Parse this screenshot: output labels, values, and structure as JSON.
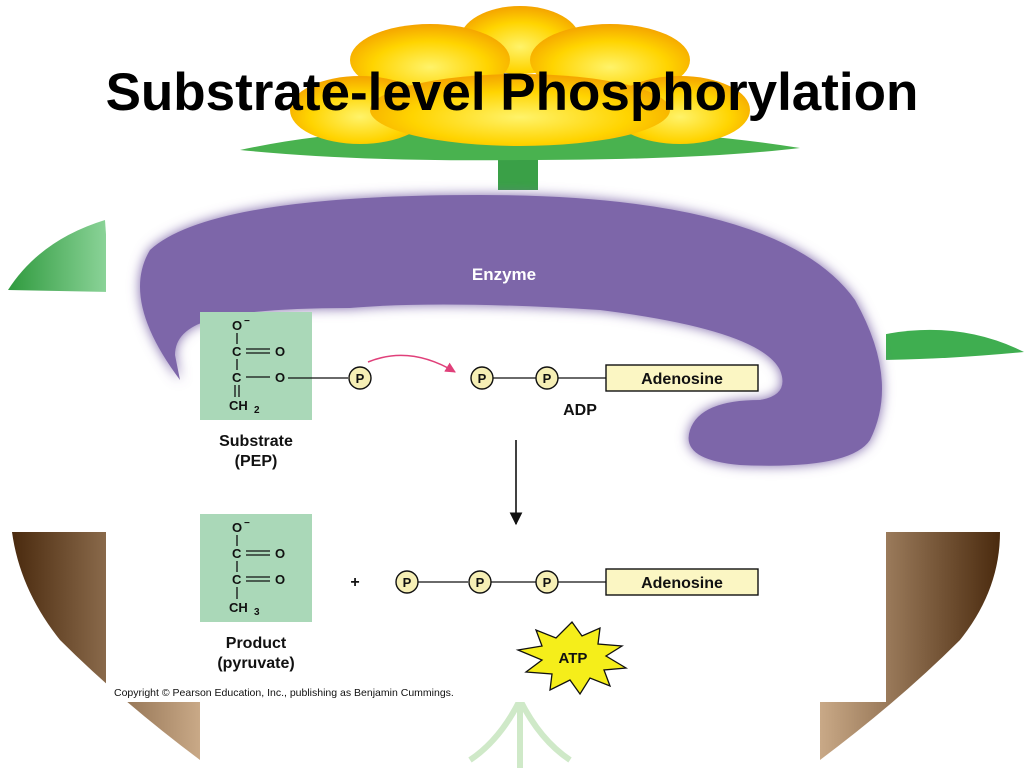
{
  "slide": {
    "title": "Substrate-level Phosphorylation"
  },
  "figure": {
    "enzyme_label": "Enzyme",
    "phosphate_label": "P",
    "adenosine_label": "Adenosine",
    "adp_label": "ADP",
    "atp_label": "ATP",
    "plus_sign": "+",
    "substrate": {
      "atoms": [
        "O",
        "−",
        "C",
        "O",
        "C",
        "O",
        "CH",
        "2"
      ],
      "caption_line1": "Substrate",
      "caption_line2": "(PEP)"
    },
    "product": {
      "atoms": [
        "O",
        "−",
        "C",
        "O",
        "C",
        "O",
        "CH",
        "3"
      ],
      "caption_line1": "Product",
      "caption_line2": "(pyruvate)"
    },
    "copyright": "Copyright © Pearson Education, Inc., publishing as Benjamin Cummings."
  },
  "colors": {
    "enzyme": "#7d66a9",
    "molecule_box": "#aad8b8",
    "adenosine_box": "#fbf6c3",
    "phosphate": "#f6efb5",
    "atp_star": "#f5ee1a",
    "transfer_arrow": "#e0407a",
    "flower": "#ffd400",
    "leaf": "#39a84a",
    "soil": "#6b3f1a"
  }
}
